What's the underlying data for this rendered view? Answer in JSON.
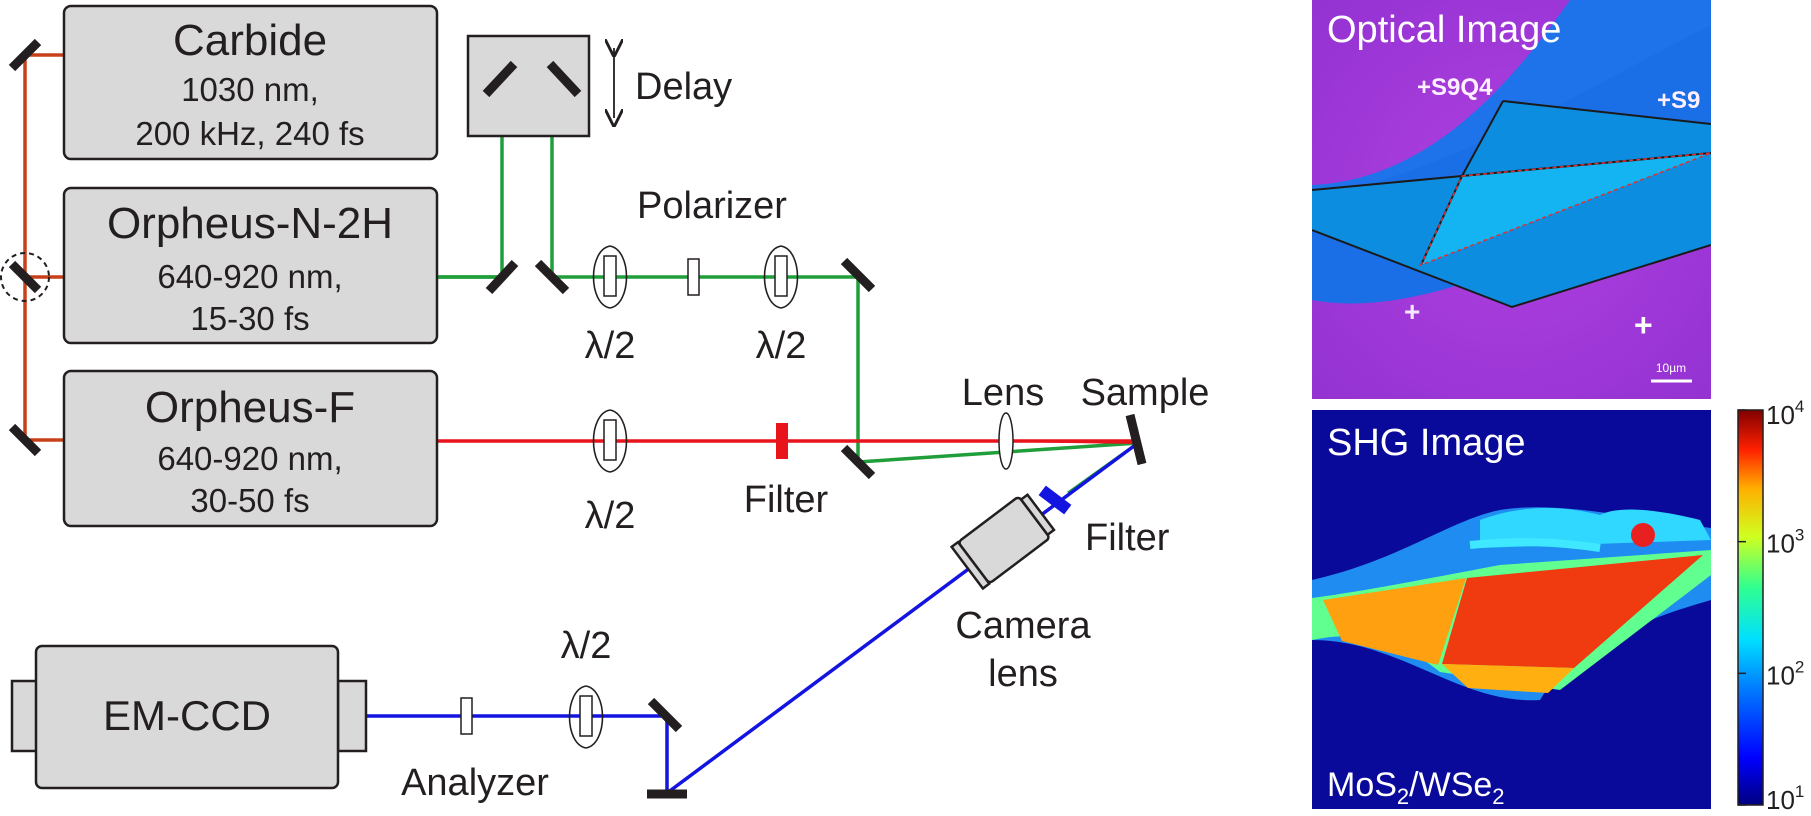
{
  "sources": {
    "carbide": {
      "name": "Carbide",
      "line1": "1030 nm,",
      "line2": "200 kHz, 240 fs"
    },
    "orpheus_n2h": {
      "name": "Orpheus-N-2H",
      "line1": "640-920 nm,",
      "line2": "15-30 fs"
    },
    "orpheus_f": {
      "name": "Orpheus-F",
      "line1": "640-920 nm,",
      "line2": "30-50 fs"
    }
  },
  "detector": {
    "name": "EM-CCD"
  },
  "labels": {
    "delay": "Delay",
    "polarizer": "Polarizer",
    "half_wave_1": "λ/2",
    "half_wave_2": "λ/2",
    "half_wave_3": "λ/2",
    "half_wave_4": "λ/2",
    "filter_red": "Filter",
    "filter_blue": "Filter",
    "lens": "Lens",
    "sample": "Sample",
    "camera_lens_1": "Camera",
    "camera_lens_2": "lens",
    "analyzer": "Analyzer"
  },
  "optical_image": {
    "title": "Optical Image",
    "scalebar": "10µm",
    "marker_1": "+S9Q4",
    "marker_2": "+S9"
  },
  "shg_image": {
    "title": "SHG Image",
    "material_a": "MoS",
    "sub_a": "2",
    "slash": "/WSe",
    "sub_b": "2"
  },
  "colorbar": {
    "tick_base": "10",
    "exponents": [
      "4",
      "3",
      "2",
      "1"
    ]
  },
  "colors": {
    "fundamental_beam": "#c0392b",
    "orpheus_f_beam": "#e8141b",
    "green_beam": "#1f9e3a",
    "shg_beam": "#1414e0",
    "box_fill": "#d9d9d9"
  }
}
